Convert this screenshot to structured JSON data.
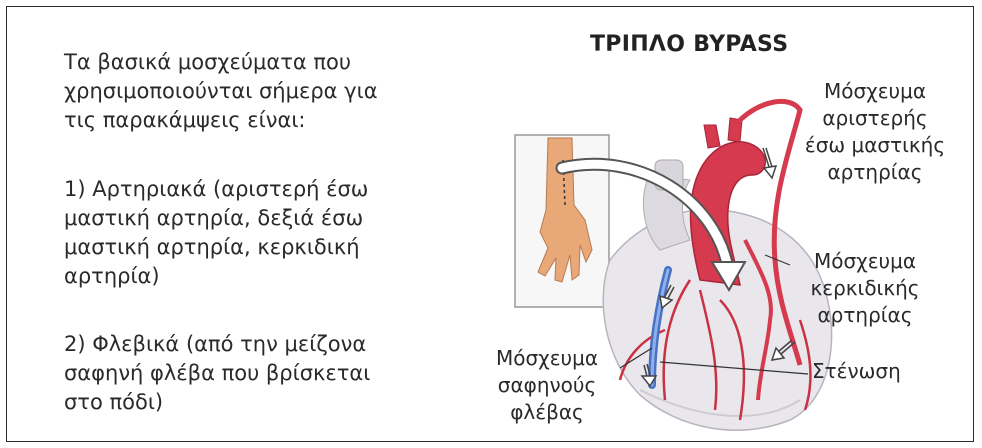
{
  "intro_text": "Τα βασικά μοσχεύματα που\nχρησιμοποιούνται σήμερα για\nτις παρακάμψεις είναι:",
  "item1_text": "1) Αρτηριακά (αριστερή έσω\nμαστική αρτηρία, δεξιά έσω\nμαστική αρτηρία, κερκιδική\nαρτηρία)",
  "item2_text": "2) Φλεβικά (από την μείζονα\nσαφηνή φλέβα που βρίσκεται\nστο πόδι)",
  "diagram": {
    "title": "ΤΡΙΠΛΟ BYPASS",
    "labels": {
      "lima_graft": "Μόσχευμα\nαριστερής\nέσω μαστικής\nαρτηρίας",
      "radial_graft": "Μόσχευμα\nκερκιδικής\nαρτηρίας",
      "saphenous_graft": "Μόσχευμα\nσαφηνούς\nφλέβας",
      "stenosis": "Στένωση"
    },
    "colors": {
      "artery": "#d63a4e",
      "heart": "#e8e6ea",
      "vein_graft": "#4a72c4",
      "skin": "#e8a878"
    }
  }
}
